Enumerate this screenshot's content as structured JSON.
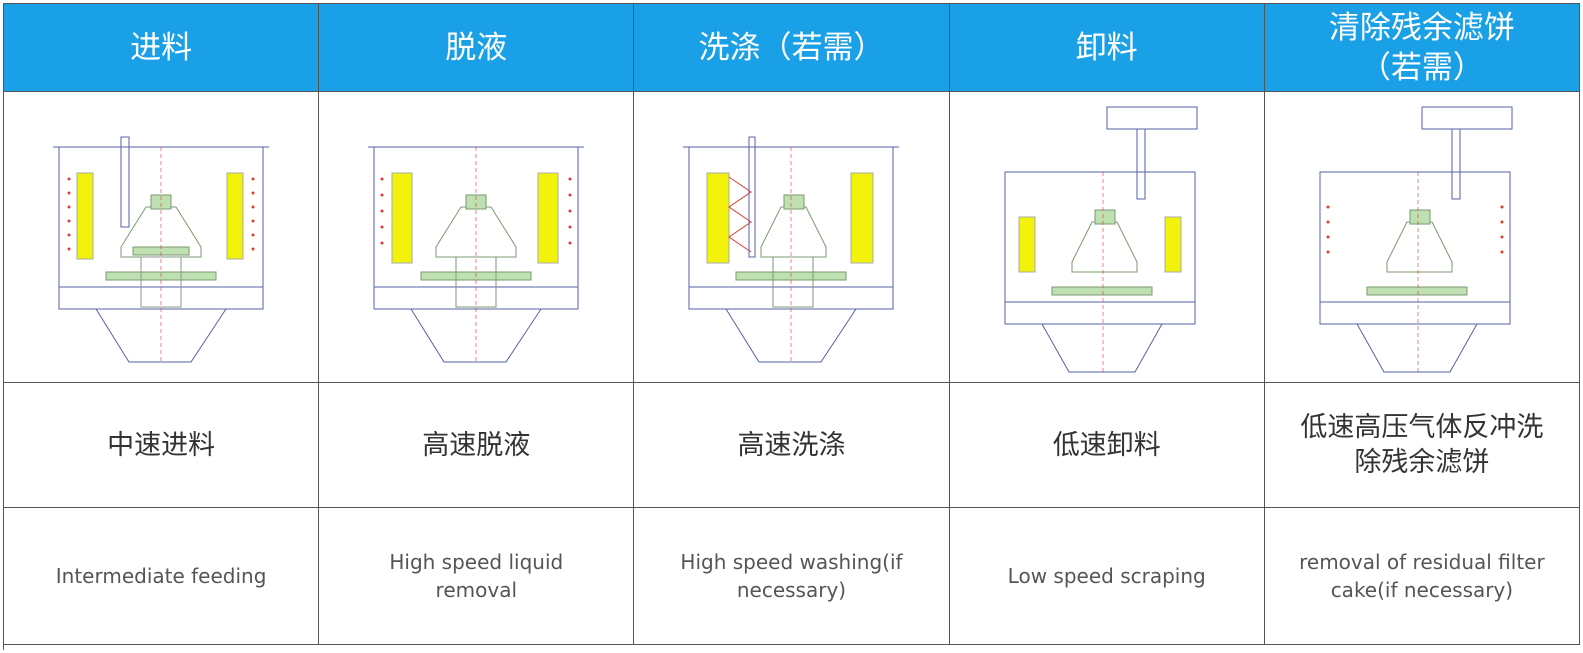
{
  "headers": [
    "进料",
    "脱液",
    "洗涤（若需）",
    "卸料",
    "清除残余滤饼\n（若需）"
  ],
  "cn_descriptions": [
    "中速进料",
    "高速脱液",
    "高速洗涤",
    "低速卸料",
    "低速高压气体反冲洗\n除残余滤饼"
  ],
  "en_descriptions": [
    "Intermediate feeding",
    "High speed liquid\nremoval",
    "High speed washing(if\nnecessary)",
    "Low speed scraping",
    "removal of residual filter\ncake(if necessary)"
  ],
  "diagrams": [
    {
      "icon": "centrifuge-feeding-diagram"
    },
    {
      "icon": "centrifuge-dewatering-diagram"
    },
    {
      "icon": "centrifuge-washing-diagram"
    },
    {
      "icon": "centrifuge-discharge-diagram"
    },
    {
      "icon": "centrifuge-cake-removal-diagram"
    }
  ],
  "colors": {
    "header_bg": "#1aa0e6",
    "cake": "#f2f20a",
    "basket": "#bfe0b0",
    "arrow": "#e33b2e",
    "outline": "#5560a8"
  }
}
